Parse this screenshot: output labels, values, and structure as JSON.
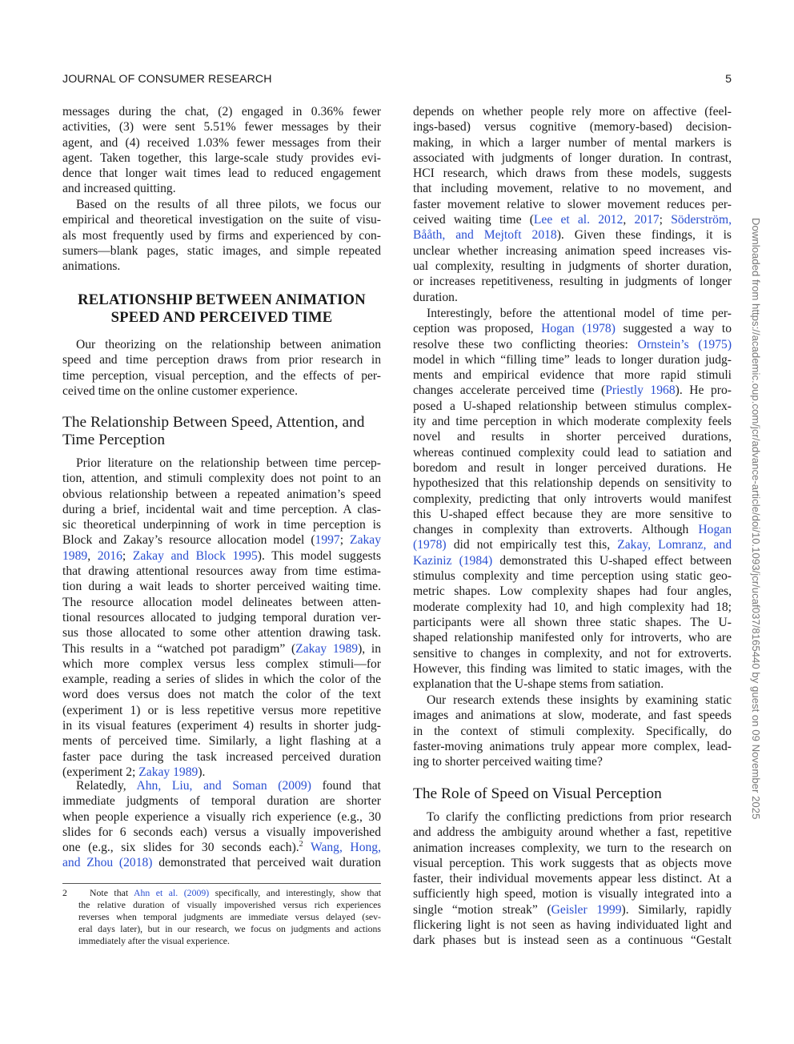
{
  "header": {
    "journal": "JOURNAL OF CONSUMER RESEARCH",
    "page_number": "5"
  },
  "watermark": "Downloaded from https://academic.oup.com/jcr/advance-article/doi/10.1093/jcr/ucaf037/8165440 by guest on 09 November 2025",
  "colors": {
    "link": "#2a4fd2",
    "text": "#1a1a1a"
  },
  "left": {
    "p1": {
      "indent": false,
      "lines": [
        [
          "messages during the chat, (2) engaged in 0.36% fewer"
        ],
        [
          "activities, (3) were sent 5.51% fewer messages by their"
        ],
        [
          "agent, and (4) received 1.03% fewer messages from their"
        ],
        [
          "agent. Taken together, this large-scale study provides evi-"
        ],
        [
          "dence that longer wait times lead to reduced engagement"
        ],
        [
          "and increased quitting."
        ]
      ]
    },
    "p2": {
      "indent": true,
      "lines": [
        [
          "Based on the results of all three pilots, we focus our"
        ],
        [
          "empirical and theoretical investigation on the suite of visu-"
        ],
        [
          "als most frequently used by firms and experienced by con-"
        ],
        [
          "sumers—blank pages, static images, and simple repeated"
        ],
        [
          "animations."
        ]
      ]
    },
    "heading1": [
      "RELATIONSHIP BETWEEN ANIMATION",
      "SPEED AND PERCEIVED TIME"
    ],
    "p3": {
      "indent": true,
      "lines": [
        [
          "Our theorizing on the relationship between animation"
        ],
        [
          "speed and time perception draws from prior research in"
        ],
        [
          "time perception, visual perception, and the effects of per-"
        ],
        [
          "ceived time on the online customer experience."
        ]
      ]
    },
    "heading2": [
      "The Relationship Between Speed, Attention, and",
      "Time Perception"
    ],
    "p4": {
      "indent": true,
      "lines": [
        [
          "Prior literature on the relationship between time percep-"
        ],
        [
          "tion, attention, and stimuli complexity does not point to an"
        ],
        [
          "obvious relationship between a repeated animation’s speed"
        ],
        [
          "during a brief, incidental wait and time perception. A clas-"
        ],
        [
          "sic theoretical underpinning of work in time perception is"
        ],
        [
          "Block and Zakay’s resource allocation model (",
          {
            "l": "1997"
          },
          "; ",
          {
            "l": "Zakay"
          }
        ],
        [
          {
            "l": "1989"
          },
          ", ",
          {
            "l": "2016"
          },
          "; ",
          {
            "l": "Zakay and Block 1995"
          },
          "). This model suggests"
        ],
        [
          "that drawing attentional resources away from time estima-"
        ],
        [
          "tion during a wait leads to shorter perceived waiting time."
        ],
        [
          "The resource allocation model delineates between atten-"
        ],
        [
          "tional resources allocated to judging temporal duration ver-"
        ],
        [
          "sus those allocated to some other attention drawing task."
        ],
        [
          "This results in a “watched pot paradigm” (",
          {
            "l": "Zakay 1989"
          },
          "), in"
        ],
        [
          "which more complex versus less complex stimuli—for"
        ],
        [
          "example, reading a series of slides in which the color of the"
        ],
        [
          "word does versus does not match the color of the text"
        ],
        [
          "(experiment 1) or is less repetitive versus more repetitive"
        ],
        [
          "in its visual features (experiment 4) results in shorter judg-"
        ],
        [
          "ments of perceived time. Similarly, a light flashing at a"
        ],
        [
          "faster pace during the task increased perceived duration"
        ],
        [
          "(experiment 2; ",
          {
            "l": "Zakay 1989"
          },
          ")."
        ]
      ]
    },
    "p5": {
      "indent": true,
      "continues": true,
      "lines": [
        [
          "Relatedly, ",
          {
            "l": "Ahn, Liu, and Soman (2009)"
          },
          " found that"
        ],
        [
          "immediate judgments of temporal duration are shorter"
        ],
        [
          "when people experience a visually rich experience (e.g., 30"
        ],
        [
          "slides for 6 seconds each) versus a visually impoverished"
        ],
        [
          "one (e.g., six slides for 30 seconds each).",
          {
            "sup": "2"
          },
          " ",
          {
            "l": "Wang, Hong,"
          }
        ],
        [
          {
            "l": "and Zhou (2018)"
          },
          " demonstrated that perceived wait duration"
        ]
      ]
    },
    "footnote": {
      "number": "2",
      "lines": [
        [
          "Note that ",
          {
            "l": "Ahn et al. (2009)"
          },
          " specifically, and interestingly, show that"
        ],
        [
          "the relative duration of visually impoverished versus rich experiences"
        ],
        [
          "reverses when temporal judgments are immediate versus delayed (sev-"
        ],
        [
          "eral days later), but in our research, we focus on judgments and actions"
        ],
        [
          "immediately after the visual experience."
        ]
      ]
    }
  },
  "right": {
    "p1": {
      "indent": false,
      "lines": [
        [
          "depends on whether people rely more on affective (feel-"
        ],
        [
          "ings-based) versus cognitive (memory-based) decision-"
        ],
        [
          "making, in which a larger number of mental markers is"
        ],
        [
          "associated with judgments of longer duration. In contrast,"
        ],
        [
          "HCI research, which draws from these models, suggests"
        ],
        [
          "that including movement, relative to no movement, and"
        ],
        [
          "faster movement relative to slower movement reduces per-"
        ],
        [
          "ceived waiting time (",
          {
            "l": "Lee et al. 2012"
          },
          ", ",
          {
            "l": "2017"
          },
          "; ",
          {
            "l": "Söderström,"
          }
        ],
        [
          {
            "l": "Bååth, and Mejtoft 2018"
          },
          "). Given these findings, it is"
        ],
        [
          "unclear whether increasing animation speed increases vis-"
        ],
        [
          "ual complexity, resulting in judgments of shorter duration,"
        ],
        [
          "or increases repetitiveness, resulting in judgments of longer"
        ],
        [
          "duration."
        ]
      ]
    },
    "p2": {
      "indent": true,
      "lines": [
        [
          "Interestingly, before the attentional model of time per-"
        ],
        [
          "ception was proposed, ",
          {
            "l": "Hogan (1978)"
          },
          " suggested a way to"
        ],
        [
          "resolve these two conflicting theories: ",
          {
            "l": "Ornstein’s (1975)"
          }
        ],
        [
          "model in which “filling time” leads to longer duration judg-"
        ],
        [
          "ments and empirical evidence that more rapid stimuli"
        ],
        [
          "changes accelerate perceived time (",
          {
            "l": "Priestly 1968"
          },
          "). He pro-"
        ],
        [
          "posed a U-shaped relationship between stimulus complex-"
        ],
        [
          "ity and time perception in which moderate complexity feels"
        ],
        [
          "novel and results in shorter perceived durations,"
        ],
        [
          "whereas continued complexity could lead to satiation and"
        ],
        [
          "boredom and result in longer perceived durations. He"
        ],
        [
          "hypothesized that this relationship depends on sensitivity to"
        ],
        [
          "complexity, predicting that only introverts would manifest"
        ],
        [
          "this U-shaped effect because they are more sensitive to"
        ],
        [
          "changes in complexity than extroverts. Although ",
          {
            "l": "Hogan"
          }
        ],
        [
          {
            "l": "(1978)"
          },
          " did not empirically test this, ",
          {
            "l": "Zakay, Lomranz, and"
          }
        ],
        [
          {
            "l": "Kaziniz (1984)"
          },
          " demonstrated this U-shaped effect between"
        ],
        [
          "stimulus complexity and time perception using static geo-"
        ],
        [
          "metric shapes. Low complexity shapes had four angles,"
        ],
        [
          "moderate complexity had 10, and high complexity had 18;"
        ],
        [
          "participants were all shown three static shapes. The U-"
        ],
        [
          "shaped relationship manifested only for introverts, who are"
        ],
        [
          "sensitive to changes in complexity, and not for extroverts."
        ],
        [
          "However, this finding was limited to static images, with the"
        ],
        [
          "explanation that the U-shape stems from satiation."
        ]
      ]
    },
    "p3": {
      "indent": true,
      "lines": [
        [
          "Our research extends these insights by examining static"
        ],
        [
          "images and animations at slow, moderate, and fast speeds"
        ],
        [
          "in the context of stimuli complexity. Specifically, do"
        ],
        [
          "faster-moving animations truly appear more complex, lead-"
        ],
        [
          "ing to shorter perceived waiting time?"
        ]
      ]
    },
    "heading2": [
      "The Role of Speed on Visual Perception"
    ],
    "p4": {
      "indent": true,
      "continues": true,
      "lines": [
        [
          "To clarify the conflicting predictions from prior research"
        ],
        [
          "and address the ambiguity around whether a fast, repetitive"
        ],
        [
          "animation increases complexity, we turn to the research on"
        ],
        [
          "visual perception. This work suggests that as objects move"
        ],
        [
          "faster, their individual movements appear less distinct. At a"
        ],
        [
          "sufficiently high speed, motion is visually integrated into a"
        ],
        [
          "single “motion streak” (",
          {
            "l": "Geisler 1999"
          },
          "). Similarly, rapidly"
        ],
        [
          "flickering light is not seen as having individuated light and"
        ],
        [
          "dark phases but is instead seen as a continuous “Gestalt"
        ]
      ]
    }
  }
}
